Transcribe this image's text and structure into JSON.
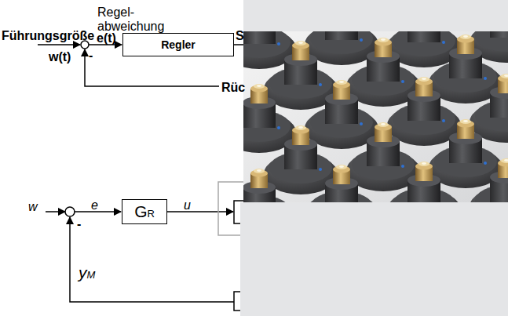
{
  "diagram": {
    "nodes": [
      {
        "text": [
          "Regler"
        ]
      },
      {
        "text": [
          "GR"
        ]
      }
    ],
    "labels": [
      "Regel- abweichung",
      "Führungsgröße",
      "e(t)",
      "w(t)",
      "-",
      "S",
      "Rüc",
      "w",
      "e",
      "u",
      "-",
      "yM"
    ]
  }
}
